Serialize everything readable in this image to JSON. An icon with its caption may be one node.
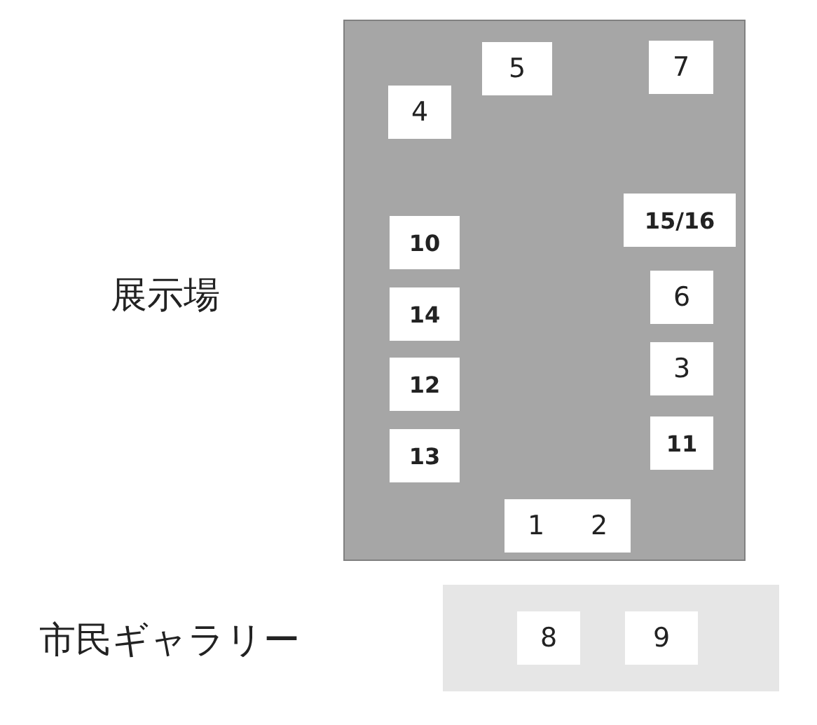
{
  "diagram": {
    "nodes": [
      {
        "text": [
          "展示場"
        ]
      },
      {
        "text": [
          "5"
        ],
        "in": 0
      },
      {
        "text": [
          "7"
        ],
        "in": 0
      },
      {
        "text": [
          "4"
        ],
        "in": 0
      },
      {
        "text": [
          "15/16"
        ],
        "in": 0
      },
      {
        "text": [
          "10"
        ],
        "in": 0
      },
      {
        "text": [
          "6"
        ],
        "in": 0
      },
      {
        "text": [
          "14"
        ],
        "in": 0
      },
      {
        "text": [
          "3"
        ],
        "in": 0
      },
      {
        "text": [
          "12"
        ],
        "in": 0
      },
      {
        "text": [
          "11"
        ],
        "in": 0
      },
      {
        "text": [
          "13"
        ],
        "in": 0
      },
      {
        "text": [
          "1",
          "2"
        ],
        "in": 0
      },
      {
        "text": [
          "市民ギャラリー"
        ]
      },
      {
        "text": [
          "8"
        ],
        "in": 13
      },
      {
        "text": [
          "9"
        ],
        "in": 13
      }
    ]
  }
}
